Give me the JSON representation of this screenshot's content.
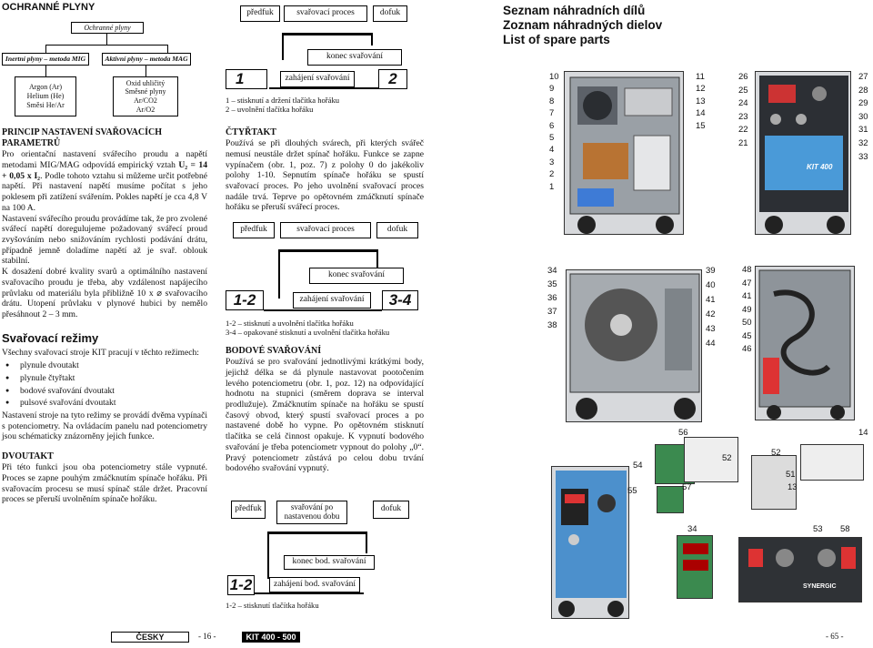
{
  "left": {
    "title": "OCHRANNÉ PLYNY",
    "gas_box": "Ochranné plyny",
    "mig_box": "Inertní plyny – metoda MIG",
    "mag_box": "Aktivní plyny – metoda MAG",
    "mig_gases": [
      "Argon (Ar)",
      "Helium (He)",
      "Směsi He/Ar"
    ],
    "mag_gases": [
      "Oxid uhličitý",
      "Směsné plyny",
      "Ar/CO2",
      "Ar/O2"
    ],
    "principle_title_1": "PRINCIP NASTAVENÍ SVAŘOVACÍCH",
    "principle_title_2": "PARAMETRŮ",
    "p1": "Pro orientační nastavení svářecího proudu a napětí metodami MIG/MAG odpovídá empirický vztah ",
    "formula": "U₂ = 14 + 0,05 x I₂",
    "p1b": ". Podle tohoto vztahu si můžeme určit potřebné napětí. Při nastavení napětí musíme počítat s jeho poklesem při zatížení svářením. Pokles napětí je cca 4,8 V na 100 A.",
    "p2": "Nastavení svářecího proudu provádíme tak, že pro zvolené svářecí napětí doregulujeme požadovaný svářecí proud zvyšováním nebo snižováním rychlosti podávání drátu, případně jemně doladíme napětí až je svař. oblouk stabilní.",
    "p3": "K dosažení dobré kvality svarů a optimálního nastavení svařovacího proudu je třeba, aby vzdálenost napájecího průvlaku od materiálu byla přibližně 10 x ⌀ svařovacího drátu. Utopení průvlaku v plynové hubici by nemělo přesáhnout 2 – 3 mm.",
    "modes_title": "Svařovací režimy",
    "modes_intro": "Všechny svařovací stroje KIT pracují v těchto režimech:",
    "modes": [
      "plynule dvoutakt",
      "plynule čtyřtakt",
      "bodové svařování dvoutakt",
      "pulsové svařování dvoutakt"
    ],
    "modes_p": "Nastavení stroje na tyto režimy se provádí dvěma vypínači s potenciometry. Na ovládacím panelu nad potenciometry jsou schématicky znázorněny jejich funkce.",
    "dvoutakt_title": "DVOUTAKT",
    "dvoutakt_p": "Při této funkci jsou oba potenciometry stále vypnuté. Proces se zapne pouhým zmáčknutím spínače hořáku. Při svařovacím procesu se musí spínač stále držet. Pracovní proces se přeruší uvolněním spínače hořáku."
  },
  "mid": {
    "d1": {
      "predfuk": "předfuk",
      "proces": "svařovací proces",
      "dofuk": "dofuk",
      "konec": "konec svařování",
      "zahajeni": "zahájení svařování",
      "n1": "1",
      "n2": "2",
      "legend": [
        "1 – stisknutí a držení tlačítka hořáku",
        "2 – uvolnění tlačítka hořáku"
      ]
    },
    "ctyrtakt_title": "ČTYŘTAKT",
    "ctyrtakt_p": "Používá se při dlouhých svárech, při kterých svářeč nemusí neustále držet spínač hořáku. Funkce se zapne vypínačem (obr. 1, poz. 7) z polohy 0 do jakékoliv polohy 1-10. Sepnutím spínače hořáku se spustí svařovací proces. Po jeho uvolnění svařovací proces nadále trvá. Teprve po opětovném zmáčknutí spínače hořáku se přeruší svářecí proces.",
    "d2": {
      "predfuk": "předfuk",
      "proces": "svařovací proces",
      "dofuk": "dofuk",
      "konec": "konec svařování",
      "zahajeni": "zahájení svařování",
      "n1": "1-2",
      "n2": "3-4",
      "legend": [
        "1-2 – stisknutí a uvolnění tlačítka hořáku",
        "3-4 – opakované stisknutí a uvolnění tlačítka hořáku"
      ]
    },
    "bodove_title": "BODOVÉ SVAŘOVÁNÍ",
    "bodove_p": "Používá se pro svařování jednotlivými krátkými body, jejichž délka se dá plynule nastavovat pootočením levého potenciometru (obr. 1, poz. 12) na odpovídající hodnotu na stupnici (směrem doprava se interval prodlužuje). Zmáčknutím spínače na hořáku se spustí časový obvod, který spustí svařovací proces a po nastavené době ho vypne. Po opětovném stisknutí tlačítka se celá činnost opakuje. K vypnutí bodového svařování je třeba potenciometr vypnout do polohy „0“. Pravý potenciometr zůstává po celou dobu trvání bodového svařování vypnutý.",
    "d3": {
      "predfuk": "předfuk",
      "proces": "svařování po nastavenou dobu",
      "dofuk": "dofuk",
      "konec": "konec bod. svařování",
      "zahajeni": "zahájení bod. svařování",
      "n1": "1-2",
      "legend": [
        "1-2 – stisknutí tlačítka hořáku"
      ]
    }
  },
  "right": {
    "title_lines": [
      "Seznam náhradních dílů",
      "Zoznam náhradných dielov",
      "List of spare parts"
    ],
    "photo1_left_nums": [
      "10",
      "9",
      "8",
      "7",
      "6",
      "5",
      "4",
      "3",
      "2",
      "1"
    ],
    "photo1_right_nums": [
      "11",
      "12",
      "13",
      "14",
      "15"
    ],
    "photo2_left_nums": [
      "26",
      "25",
      "24",
      "23",
      "22",
      "21"
    ],
    "photo2_right_nums": [
      "27",
      "28",
      "29",
      "30",
      "31",
      "32",
      "33"
    ],
    "photo3_left_nums": [
      "34",
      "35",
      "36",
      "37",
      "38"
    ],
    "photo3_right_nums": [
      "39",
      "40",
      "41",
      "42",
      "43",
      "44"
    ],
    "photo4_right_nums": [
      "48",
      "47",
      "41",
      "49",
      "50",
      "45",
      "46"
    ],
    "bottom_nums": [
      "56",
      "14",
      "52",
      "54",
      "52",
      "51",
      "13",
      "55",
      "57",
      "34",
      "53",
      "58"
    ],
    "machine_label": "KIT 400",
    "panel_brand": "SYNERGIC"
  },
  "footer": {
    "lang": "ČESKY",
    "page_left": "- 16 -",
    "model": "KIT 400 - 500",
    "page_right": "- 65 -"
  }
}
